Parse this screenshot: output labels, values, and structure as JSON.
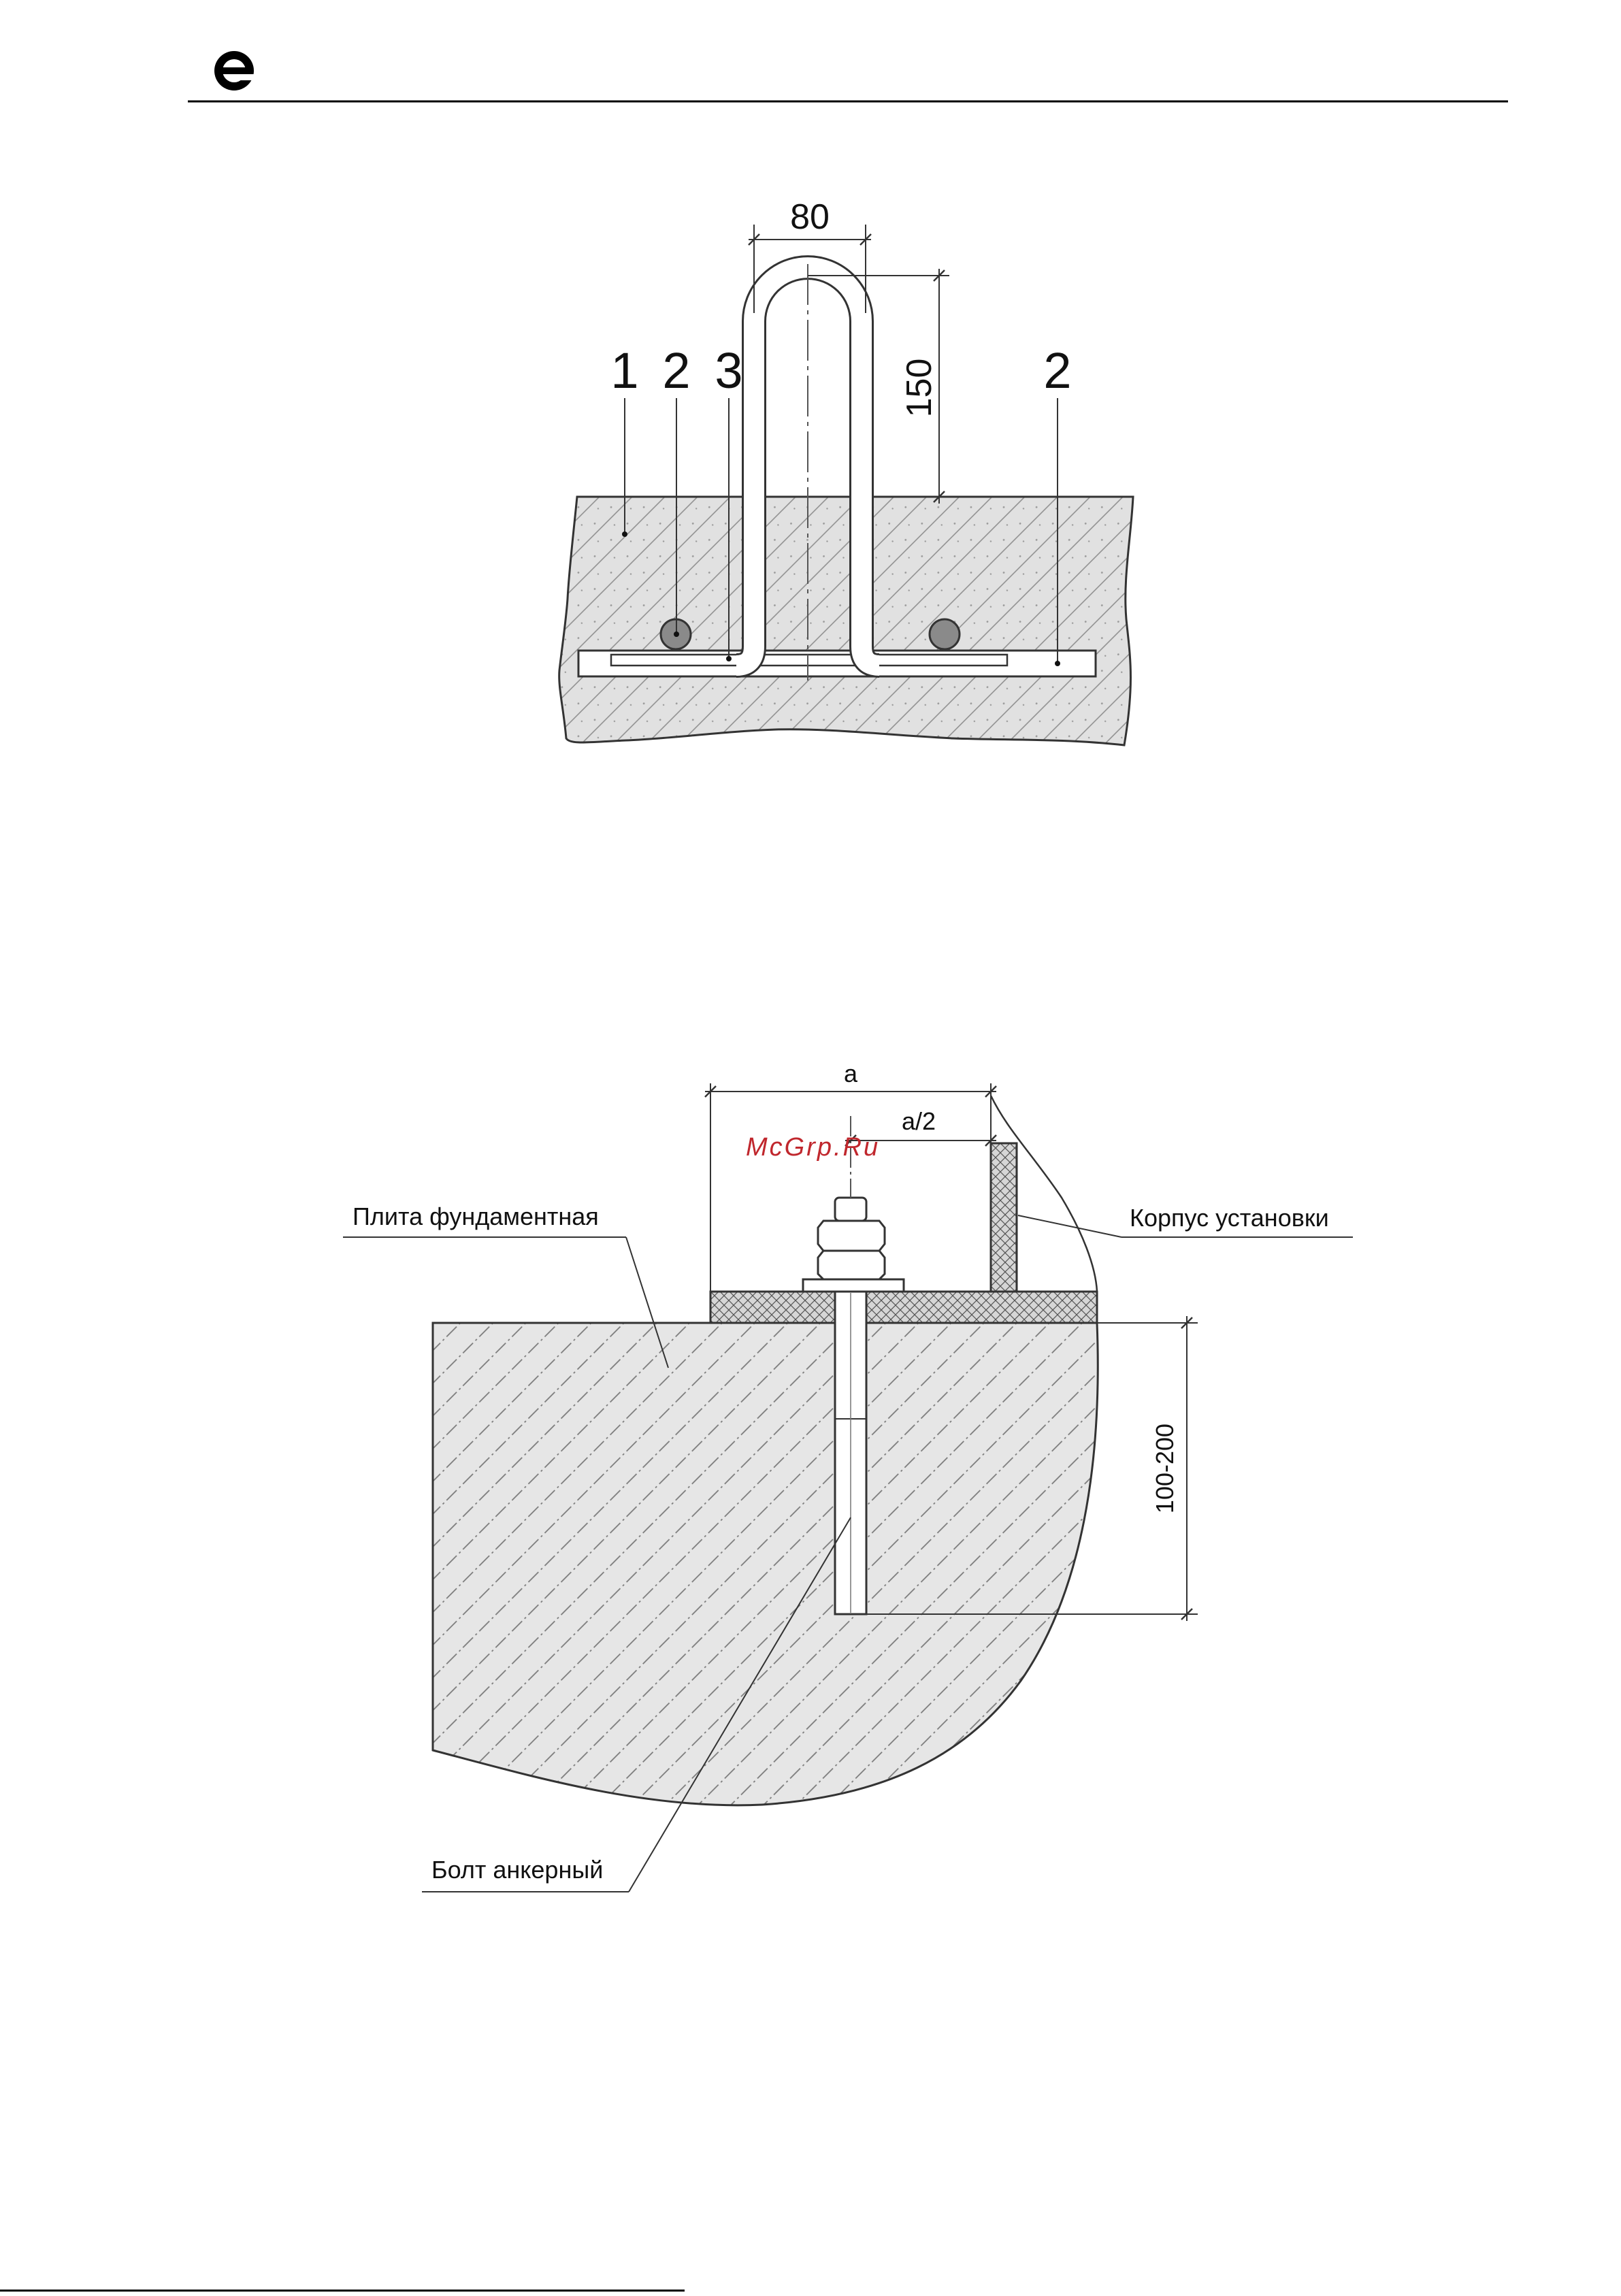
{
  "header": {
    "brand_color": "#000000",
    "logo_icon": "brand-logo-icon"
  },
  "figure_top": {
    "dim_width": "80",
    "dim_height": "150",
    "callouts": [
      "1",
      "2",
      "3",
      "2"
    ]
  },
  "figure_bottom": {
    "dim_a": "a",
    "dim_half_a": "a/2",
    "dim_depth": "100-200",
    "label_slab": "Плита фундаментная",
    "label_housing": "Корпус установки",
    "label_bolt": "Болт анкерный"
  },
  "watermark": {
    "text": "McGrp.Ru",
    "color": "#c0272d"
  }
}
